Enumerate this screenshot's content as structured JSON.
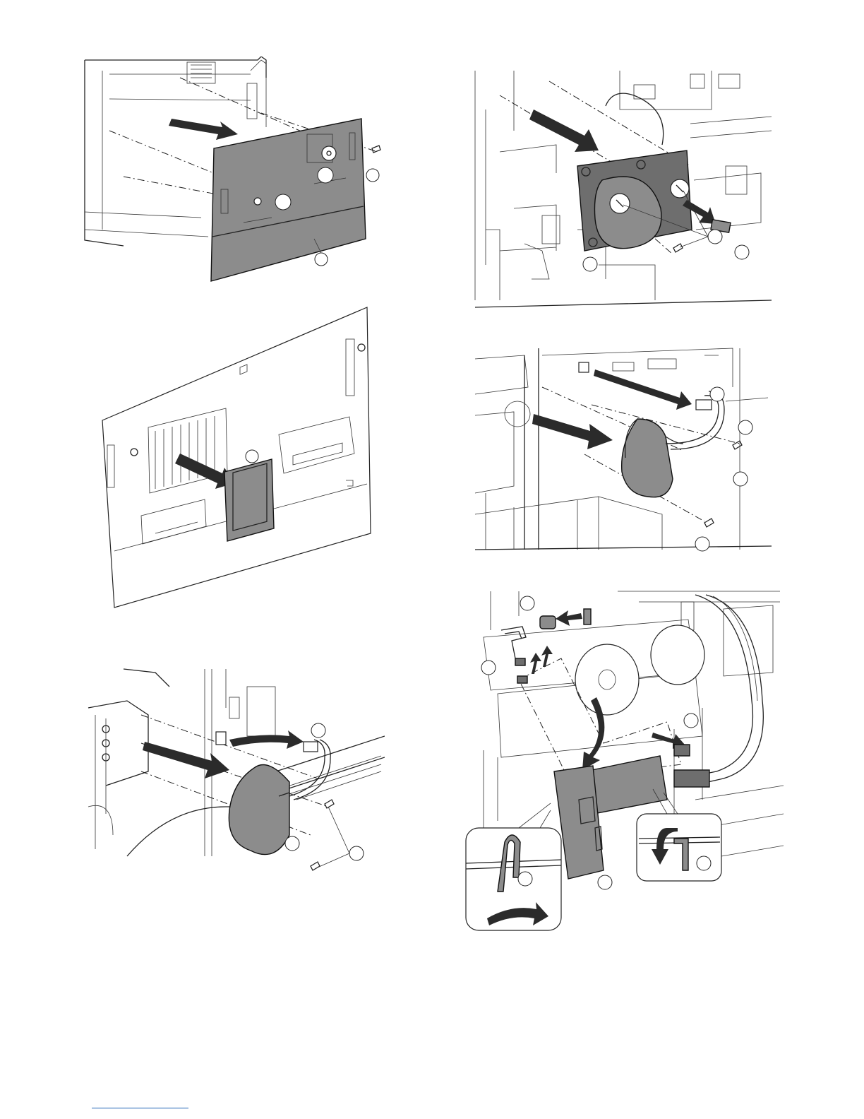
{
  "colors": {
    "part_fill": "#8c8c8c",
    "line": "#222222",
    "footer_rule": "#1a5fb4"
  },
  "figures": [
    {
      "id": "rear-cover-removal",
      "icons": [
        "screw-icon",
        "arrow-icon"
      ]
    },
    {
      "id": "pwb-module-removal",
      "icons": [
        "arrow-icon"
      ]
    },
    {
      "id": "fan-motor-removal-left",
      "icons": [
        "screw-icon",
        "connector-icon",
        "arrow-icon"
      ]
    },
    {
      "id": "drive-motor-removal",
      "icons": [
        "screw-icon",
        "arrow-icon"
      ]
    },
    {
      "id": "fan-motor-removal-right",
      "icons": [
        "screw-icon",
        "connector-icon",
        "arrow-icon"
      ]
    },
    {
      "id": "harness-bracket-removal",
      "icons": [
        "connector-icon",
        "hook-detail-icon",
        "arrow-icon"
      ]
    }
  ]
}
